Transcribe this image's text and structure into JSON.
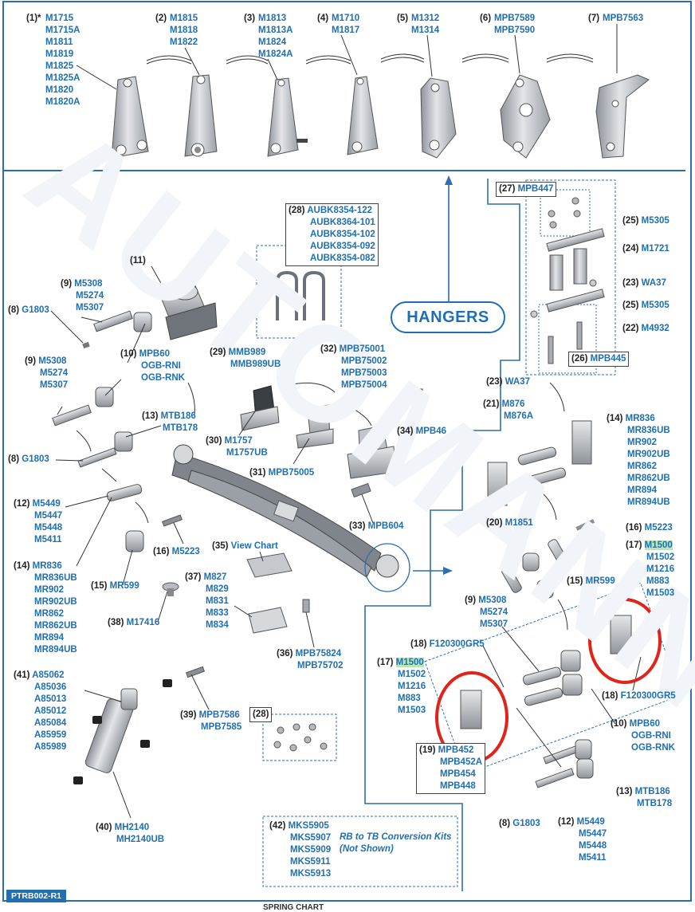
{
  "hangers": [
    {
      "num": "(1)*",
      "parts": [
        "M1715",
        "M1715A",
        "M1811",
        "M1819",
        "M1825",
        "M1825A",
        "M1820",
        "M1820A"
      ]
    },
    {
      "num": "(2)",
      "parts": [
        "M1815",
        "M1818",
        "M1822"
      ]
    },
    {
      "num": "(3)",
      "parts": [
        "M1813",
        "M1813A",
        "M1824",
        "M1824A"
      ]
    },
    {
      "num": "(4)",
      "parts": [
        "M1710",
        "M1817"
      ]
    },
    {
      "num": "(5)",
      "parts": [
        "M1312",
        "M1314"
      ]
    },
    {
      "num": "(6)",
      "parts": [
        "MPB7589",
        "MPB7590"
      ]
    },
    {
      "num": "(7)",
      "parts": [
        "MPB7563"
      ]
    }
  ],
  "hangers_button": "HANGERS",
  "callouts": {
    "c8a": {
      "num": "(8)",
      "parts": [
        "G1803"
      ]
    },
    "c9a": {
      "num": "(9)",
      "parts": [
        "M5308",
        "M5274",
        "M5307"
      ]
    },
    "c11": {
      "num": "(11)"
    },
    "c10a": {
      "num": "(10)",
      "parts": [
        "MPB60",
        "OGB-RNI",
        "OGB-RNK"
      ]
    },
    "c9b": {
      "num": "(9)",
      "parts": [
        "M5308",
        "M5274",
        "M5307"
      ]
    },
    "c8b": {
      "num": "(8)",
      "parts": [
        "G1803"
      ]
    },
    "c13a": {
      "num": "(13)",
      "parts": [
        "MTB186",
        "MTB178"
      ]
    },
    "c12a": {
      "num": "(12)",
      "parts": [
        "M5449",
        "M5447",
        "M5448",
        "M5411"
      ]
    },
    "c14a": {
      "num": "(14)",
      "parts": [
        "MR836",
        "MR836UB",
        "MR902",
        "MR902UB",
        "MR862",
        "MR862UB",
        "MR894",
        "MR894UB"
      ]
    },
    "c15a": {
      "num": "(15)",
      "parts": [
        "MR599"
      ]
    },
    "c16a": {
      "num": "(16)",
      "parts": [
        "M5223"
      ]
    },
    "c38": {
      "num": "(38)",
      "parts": [
        "M17416"
      ]
    },
    "c28a": {
      "num": "(28)",
      "parts": [
        "AUBK8354-122",
        "AUBK8364-101",
        "AUBK8354-102",
        "AUBK8354-092",
        "AUBK8354-082"
      ]
    },
    "c29": {
      "num": "(29)",
      "parts": [
        "MMB989",
        "MMB989UB"
      ]
    },
    "c32": {
      "num": "(32)",
      "parts": [
        "MPB75001",
        "MPB75002",
        "MPB75003",
        "MPB75004"
      ]
    },
    "c30": {
      "num": "(30)",
      "parts": [
        "M1757",
        "M1757UB"
      ]
    },
    "c31": {
      "num": "(31)",
      "parts": [
        "MPB75005"
      ]
    },
    "c34": {
      "num": "(34)",
      "parts": [
        "MPB46"
      ]
    },
    "c33": {
      "num": "(33)",
      "parts": [
        "MPB604"
      ]
    },
    "c35": {
      "num": "(35)",
      "link": "View Chart"
    },
    "c37": {
      "num": "(37)",
      "parts": [
        "M827",
        "M829",
        "M831",
        "M833",
        "M834"
      ]
    },
    "c36": {
      "num": "(36)",
      "parts": [
        "MPB75824",
        "MPB75702"
      ]
    },
    "c41": {
      "num": "(41)",
      "parts": [
        "A85062",
        "A85036",
        "A85013",
        "A85012",
        "A85084",
        "A85959",
        "A85989"
      ]
    },
    "c39": {
      "num": "(39)",
      "parts": [
        "MPB7586",
        "MPB7585"
      ]
    },
    "c28b": {
      "num": "(28)"
    },
    "c40": {
      "num": "(40)",
      "parts": [
        "MH2140",
        "MH2140UB"
      ]
    },
    "c42": {
      "num": "(42)",
      "parts": [
        "MKS5905",
        "MKS5907",
        "MKS5909",
        "MKS5911",
        "MKS5913"
      ],
      "note": [
        "RB to TB Conversion Kits",
        "(Not Shown)"
      ]
    },
    "c27": {
      "num": "(27)",
      "parts": [
        "MPB447"
      ]
    },
    "c25a": {
      "num": "(25)",
      "parts": [
        "M5305"
      ]
    },
    "c24": {
      "num": "(24)",
      "parts": [
        "M1721"
      ]
    },
    "c23a": {
      "num": "(23)",
      "parts": [
        "WA37"
      ]
    },
    "c25b": {
      "num": "(25)",
      "parts": [
        "M5305"
      ]
    },
    "c22": {
      "num": "(22)",
      "parts": [
        "M4932"
      ]
    },
    "c26": {
      "num": "(26)",
      "parts": [
        "MPB445"
      ]
    },
    "c23b": {
      "num": "(23)",
      "parts": [
        "WA37"
      ]
    },
    "c21": {
      "num": "(21)",
      "parts": [
        "M876",
        "M876A"
      ]
    },
    "c14b": {
      "num": "(14)",
      "parts": [
        "MR836",
        "MR836UB",
        "MR902",
        "MR902UB",
        "MR862",
        "MR862UB",
        "MR894",
        "MR894UB"
      ]
    },
    "c20": {
      "num": "(20)",
      "parts": [
        "M1851"
      ]
    },
    "c16b": {
      "num": "(16)",
      "parts": [
        "M5223"
      ]
    },
    "c17a": {
      "num": "(17)",
      "parts": [
        "M1500",
        "M1502",
        "M1216",
        "M883",
        "M1503"
      ]
    },
    "c15b": {
      "num": "(15)",
      "parts": [
        "MR599"
      ]
    },
    "c9c": {
      "num": "(9)",
      "parts": [
        "M5308",
        "M5274",
        "M5307"
      ]
    },
    "c18a": {
      "num": "(18)",
      "parts": [
        "F120300GR5"
      ]
    },
    "c17b": {
      "num": "(17)",
      "parts": [
        "M1500",
        "M1502",
        "M1216",
        "M883",
        "M1503"
      ]
    },
    "c18b": {
      "num": "(18)",
      "parts": [
        "F120300GR5"
      ]
    },
    "c10b": {
      "num": "(10)",
      "parts": [
        "MPB60",
        "OGB-RNI",
        "OGB-RNK"
      ]
    },
    "c19": {
      "num": "(19)",
      "parts": [
        "MPB452",
        "MPB452A",
        "MPB454",
        "MPB448"
      ]
    },
    "c13b": {
      "num": "(13)",
      "parts": [
        "MTB186",
        "MTB178"
      ]
    },
    "c8c": {
      "num": "(8)",
      "parts": [
        "G1803"
      ]
    },
    "c12b": {
      "num": "(12)",
      "parts": [
        "M5449",
        "M5447",
        "M5448",
        "M5411"
      ]
    }
  },
  "highlight_part": "M1500",
  "footer_code": "PTRB002-R1",
  "bottom_strip": "SPRING CHART",
  "colors": {
    "blue": "#1f6fb2",
    "highlight": "#b8e7b5",
    "circle": "#e0231b",
    "part_fill": "#c9ccd0"
  }
}
